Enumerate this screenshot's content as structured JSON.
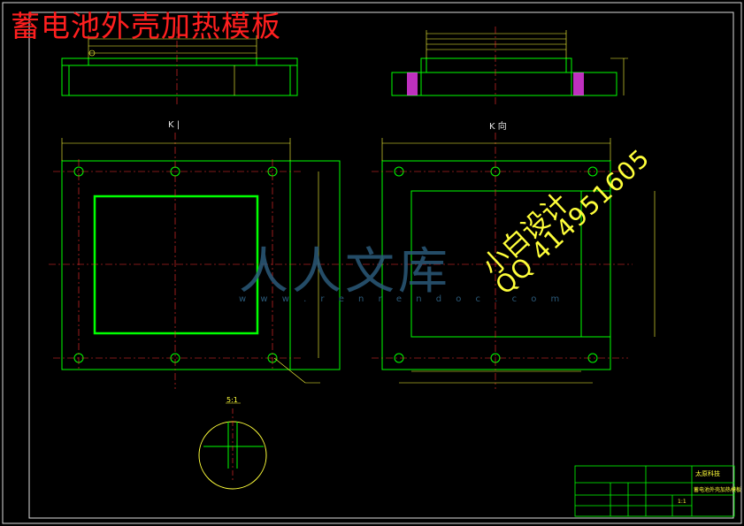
{
  "title": "蓄电池外壳加热模板",
  "view_labels": {
    "left": "K |",
    "right": "K 向"
  },
  "watermark": {
    "brand": "人人文库",
    "url": "w w w . r e n r e n d o c . c o m"
  },
  "stamp": {
    "line1": "小白设计",
    "line2": "QQ 414951605"
  },
  "detail_scale": "5:1",
  "title_block": {
    "name": "蓄电池外壳加热模板",
    "org": "太原科技",
    "scale": "1:1"
  },
  "colors": {
    "background": "#000000",
    "outline": "#00ff00",
    "centerline": "#ff3030",
    "dimension": "#ffff3a",
    "title": "#ff1f1f",
    "hatch": "#ff40ff"
  }
}
